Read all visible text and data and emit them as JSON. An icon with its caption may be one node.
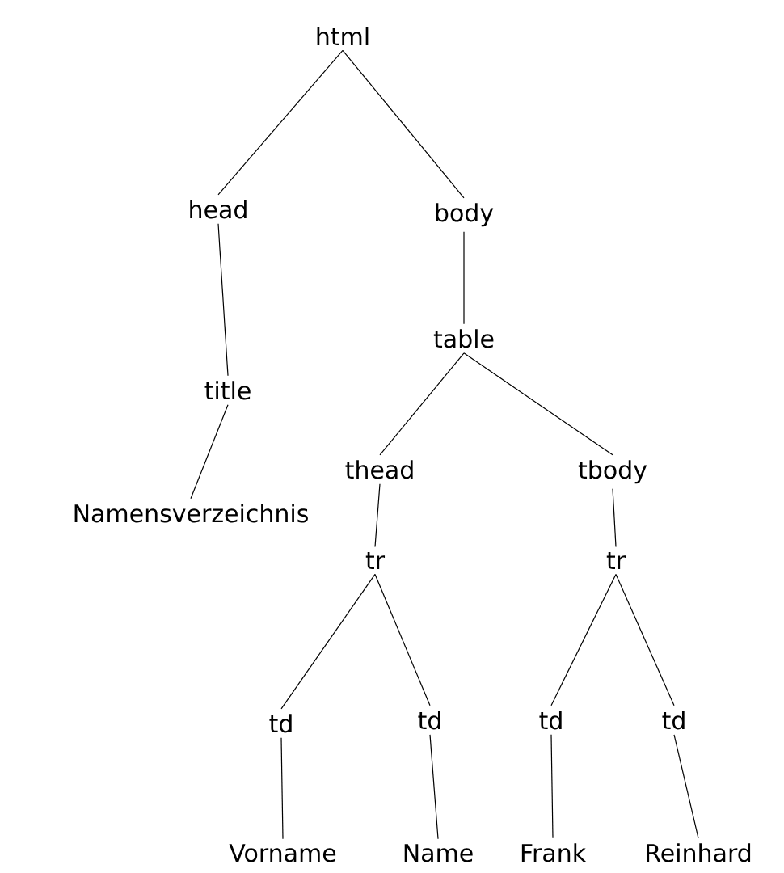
{
  "diagram": {
    "nodes": [
      {
        "text": [
          "html"
        ]
      },
      {
        "text": [
          "head"
        ]
      },
      {
        "text": [
          "body"
        ]
      },
      {
        "text": [
          "title"
        ]
      },
      {
        "text": [
          "Namensverzeichnis"
        ]
      },
      {
        "text": [
          "table"
        ]
      },
      {
        "text": [
          "thead"
        ]
      },
      {
        "text": [
          "tbody"
        ]
      },
      {
        "text": [
          "tr"
        ]
      },
      {
        "text": [
          "tr"
        ]
      },
      {
        "text": [
          "td"
        ]
      },
      {
        "text": [
          "td"
        ]
      },
      {
        "text": [
          "td"
        ]
      },
      {
        "text": [
          "td"
        ]
      },
      {
        "text": [
          "Vorname"
        ]
      },
      {
        "text": [
          "Name"
        ]
      },
      {
        "text": [
          "Frank"
        ]
      },
      {
        "text": [
          "Reinhard"
        ]
      }
    ],
    "edges": [
      {
        "from": 0,
        "to": 1,
        "arrow": "none"
      },
      {
        "from": 0,
        "to": 2,
        "arrow": "none"
      },
      {
        "from": 1,
        "to": 3,
        "arrow": "none"
      },
      {
        "from": 3,
        "to": 4,
        "arrow": "none"
      },
      {
        "from": 2,
        "to": 5,
        "arrow": "none"
      },
      {
        "from": 5,
        "to": 6,
        "arrow": "none"
      },
      {
        "from": 5,
        "to": 7,
        "arrow": "none"
      },
      {
        "from": 6,
        "to": 8,
        "arrow": "none"
      },
      {
        "from": 7,
        "to": 9,
        "arrow": "none"
      },
      {
        "from": 8,
        "to": 10,
        "arrow": "none"
      },
      {
        "from": 8,
        "to": 11,
        "arrow": "none"
      },
      {
        "from": 9,
        "to": 12,
        "arrow": "none"
      },
      {
        "from": 9,
        "to": 13,
        "arrow": "none"
      },
      {
        "from": 10,
        "to": 14,
        "arrow": "none"
      },
      {
        "from": 11,
        "to": 15,
        "arrow": "none"
      },
      {
        "from": 12,
        "to": 16,
        "arrow": "none"
      },
      {
        "from": 13,
        "to": 17,
        "arrow": "none"
      }
    ]
  }
}
